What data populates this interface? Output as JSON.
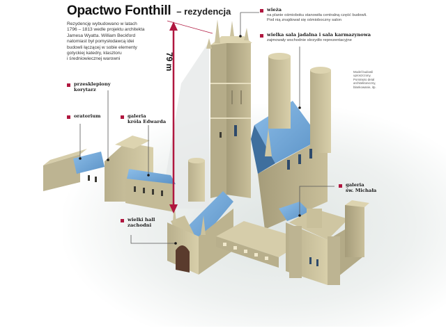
{
  "title": {
    "main": "Opactwo Fonthill",
    "sub": "– rezydencja"
  },
  "intro_lines": [
    "Rezydencję wybudowano w latach",
    "1796 – 1813 wedle projektu architekta",
    "Jamesa Wyatta. William Beckford",
    "natomiast był pomysłodawcą idei",
    "budowli łączącej w sobie elementy",
    "gotyckiej katedry, klasztoru",
    "i średniowiecznej warowni"
  ],
  "height_marker": {
    "value": "79 m"
  },
  "labels": {
    "tower": {
      "title": "wieża",
      "desc_lines": [
        "na planie ośmioboku stanowiła centralną część budowli.",
        "Pod nią znajdował się ośmioboczny salon"
      ]
    },
    "dining_hall": {
      "title": "wielka sala jadalna i sala karmazynowa",
      "desc_lines": [
        "zajmowały wschodnie skrzydło reprezentacyjne"
      ]
    },
    "vaulted_corridor": {
      "title_lines": [
        "przesklepiony",
        "korytarz"
      ]
    },
    "oratory": {
      "title_lines": [
        "oratorium"
      ]
    },
    "edward_gallery": {
      "title_lines": [
        "galeria",
        "króla Edwarda"
      ]
    },
    "west_hall": {
      "title_lines": [
        "wielki hall",
        "zachodni"
      ]
    },
    "michael_gallery": {
      "title_lines": [
        "galeria",
        "św. Michała"
      ]
    }
  },
  "model_note_lines": [
    "Model budowli",
    "uproszczony.",
    "Pominięto detal",
    "architektoniczny,",
    "blankowanie, itp."
  ],
  "colors": {
    "accent": "#b0173f",
    "stone": "#cfc6a2",
    "stone_dark": "#9e9574",
    "stone_shadow": "#6e6750",
    "roof": "#6fa6d8",
    "roof_dark": "#3f6f9e",
    "leader_line": "#555555"
  }
}
